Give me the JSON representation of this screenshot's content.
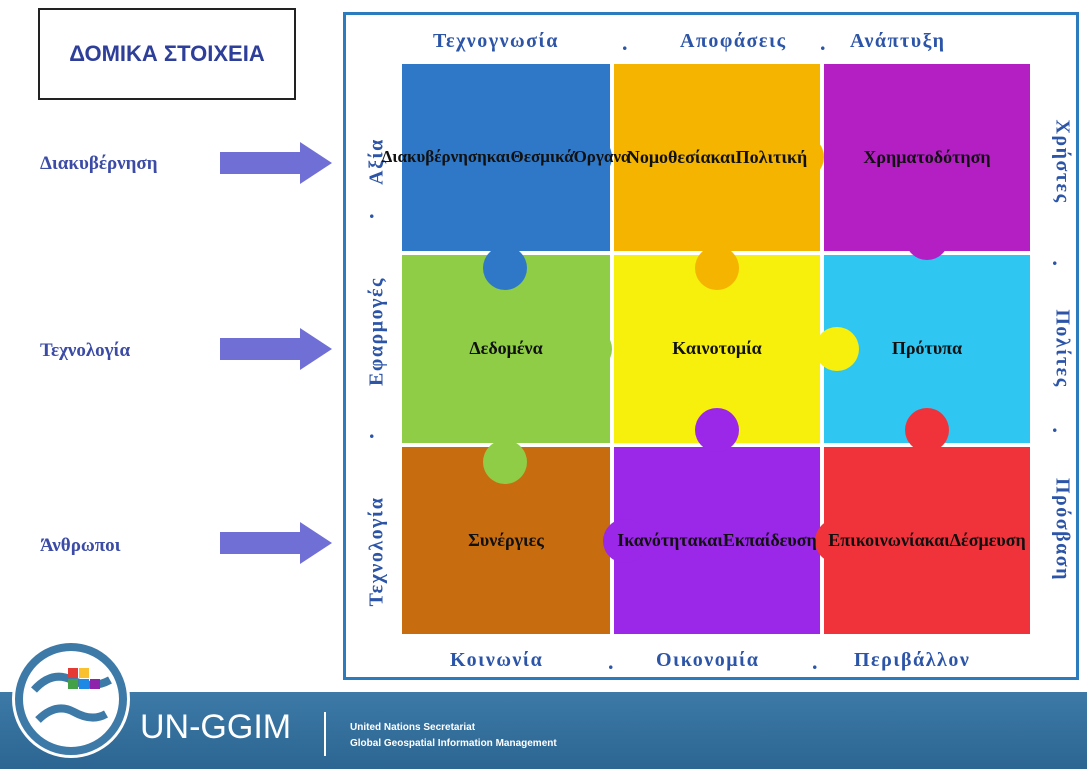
{
  "title": "ΔΟΜΙΚΑ ΣΤΟΙΧΕΙΑ",
  "left_labels": [
    "Διακυβέρνηση",
    "Τεχνολογία",
    "Άνθρωποι"
  ],
  "top_labels": [
    "Τεχνογνωσία",
    "Αποφάσεις",
    "Ανάπτυξη"
  ],
  "bottom_labels": [
    "Κοινωνία",
    "Οικονομία",
    "Περιβάλλον"
  ],
  "left_side_labels": [
    "Αξία",
    "Εφαρμογές",
    "Τεχνολογία"
  ],
  "right_side_labels": [
    "Χρήστες",
    "Πολίτες",
    "Πρόσβαση"
  ],
  "separator": ".",
  "tiles": [
    {
      "lines": [
        "Διακυβέρνηση",
        "και",
        "Θεσμικά",
        "Όργανα"
      ],
      "color": "#2f78c8"
    },
    {
      "lines": [
        "Νομοθεσία",
        "και",
        "Πολιτική"
      ],
      "color": "#f4b400"
    },
    {
      "lines": [
        "Χρηματοδότηση"
      ],
      "color": "#b41fc4"
    },
    {
      "lines": [
        "Δεδομένα"
      ],
      "color": "#8fcd47"
    },
    {
      "lines": [
        "Καινοτομία"
      ],
      "color": "#f7ef0c"
    },
    {
      "lines": [
        "Πρότυπα"
      ],
      "color": "#2fc6f2"
    },
    {
      "lines": [
        "Συνέργιες"
      ],
      "color": "#c86c10"
    },
    {
      "lines": [
        "Ικανότητα",
        "και",
        "Εκπαίδευση"
      ],
      "color": "#9b27e8"
    },
    {
      "lines": [
        "Επικοινωνία",
        "και",
        "Δέσμευση"
      ],
      "color": "#f0333b"
    }
  ],
  "footer": {
    "org": "UN-GGIM",
    "line1": "United Nations Secretariat",
    "line2": "Global Geospatial Information Management"
  },
  "colors": {
    "frame": "#2b7bbf",
    "text_blue": "#2c55a8",
    "arrow": "#6f6fd6",
    "footer": "#2f6b98"
  }
}
